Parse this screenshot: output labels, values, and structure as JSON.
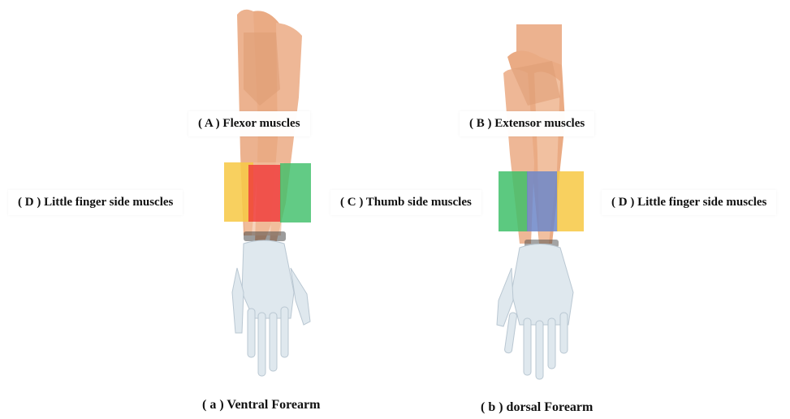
{
  "figure": {
    "left_panel": {
      "top_label": "( A ) Flexor muscles",
      "left_label": "( D ) Little finger side muscles",
      "right_label": "( C ) Thumb side muscles",
      "caption": "( a ) Ventral Forearm"
    },
    "right_panel": {
      "top_label": "( B ) Extensor muscles",
      "right_label": "( D ) Little finger side muscles",
      "caption": "( b ) dorsal Forearm"
    },
    "colors": {
      "little_finger_region": "#f7c843",
      "thumb_region": "#3fbf6a",
      "flexor_region": "#ef3b3b",
      "extensor_region": "#6c86c8",
      "muscle": "#e9a277",
      "bone": "#d9e4ec"
    }
  }
}
